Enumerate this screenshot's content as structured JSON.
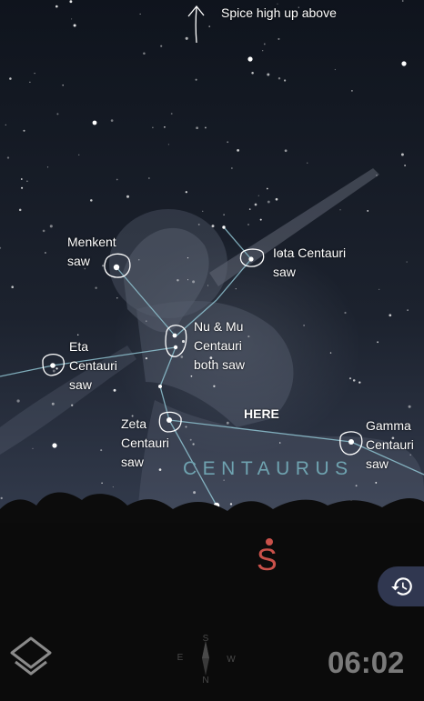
{
  "annotations": {
    "spice": "Spice high up above",
    "menkent": {
      "line1": "Menkent",
      "line2": "saw"
    },
    "iota": {
      "line1": "Iota Centauri",
      "line2": "saw"
    },
    "numu": {
      "line1": "Nu & Mu",
      "line2": "Centauri",
      "line3": "both saw"
    },
    "eta": {
      "line1": "Eta",
      "line2": "Centauri",
      "line3": "saw"
    },
    "zeta": {
      "line1": "Zeta",
      "line2": "Centauri",
      "line3": "saw"
    },
    "gamma": {
      "line1": "Gamma",
      "line2": "Centauri",
      "line3": "saw"
    },
    "here": "HERE"
  },
  "constellation": {
    "name": "CENTAURUS"
  },
  "compass": {
    "cardinal": "S",
    "mini_labels": [
      "S",
      "E",
      "W",
      "N"
    ]
  },
  "clock": {
    "time": "06:02"
  },
  "icons": {
    "layers": "layers-icon",
    "history": "history-icon",
    "compass": "compass-icon",
    "arrow": "up-arrow-icon"
  },
  "colors": {
    "sky_top": "#0f141d",
    "sky_bottom": "#31394a",
    "constellation_line": "#8fc3d1",
    "constellation_label": "#6fa3b0",
    "south_marker": "#c9514a",
    "history_button_bg": "#303750",
    "time_text": "#7a7a7a"
  }
}
